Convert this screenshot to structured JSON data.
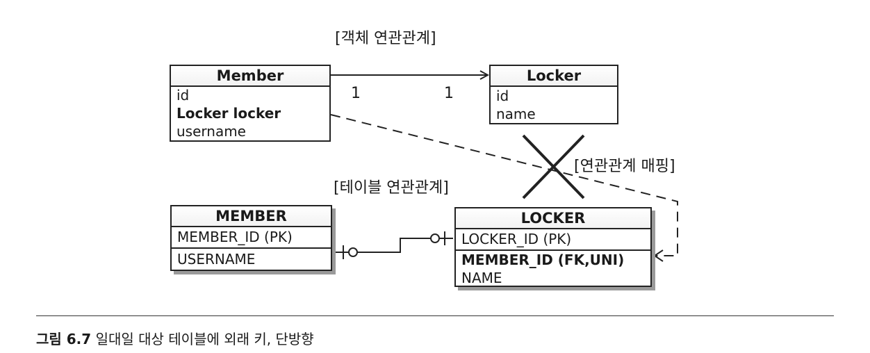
{
  "labels": {
    "object_relation": "[객체 연관관계]",
    "table_relation": "[테이블 연관관계]",
    "relation_mapping": "[연관관계 매핑]",
    "mult_left": "1",
    "mult_right": "1"
  },
  "member_class": {
    "title": "Member",
    "fields": [
      "id",
      "Locker locker",
      "username"
    ]
  },
  "locker_class": {
    "title": "Locker",
    "fields": [
      "id",
      "name"
    ]
  },
  "member_table": {
    "title": "MEMBER",
    "columns": [
      "MEMBER_ID (PK)",
      "USERNAME"
    ]
  },
  "locker_table": {
    "title": "LOCKER",
    "columns": [
      "LOCKER_ID (PK)",
      "MEMBER_ID (FK,UNI)",
      "NAME"
    ]
  },
  "caption": {
    "number": "그림 6.7",
    "text": "일대일 대상 테이블에 외래 키, 단방향"
  }
}
